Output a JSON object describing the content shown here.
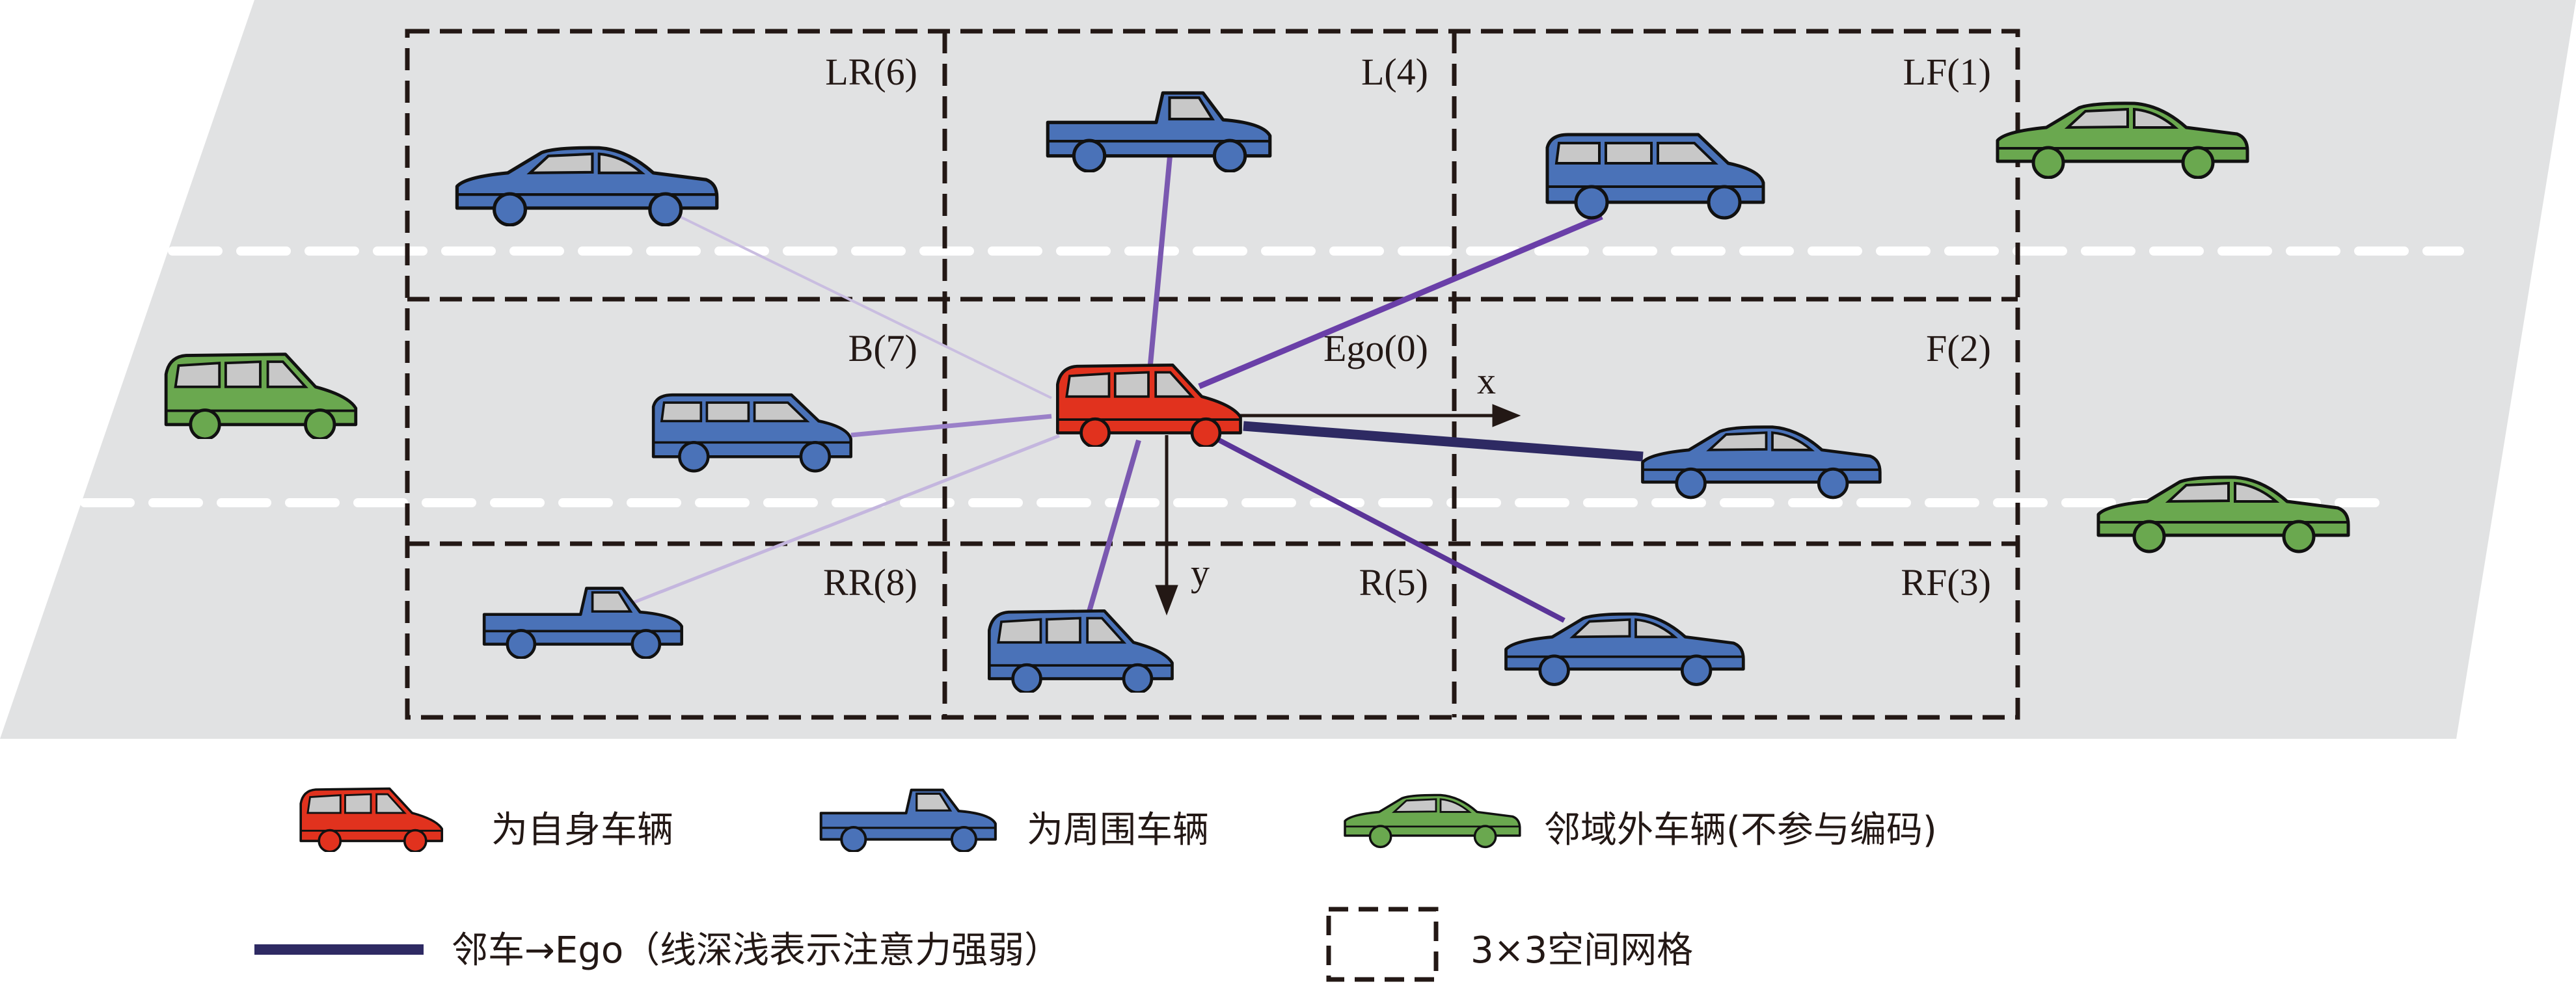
{
  "grid_cells": {
    "lr": "LR(6)",
    "l": "L(4)",
    "lf": "LF(1)",
    "b": "B(7)",
    "ego": "Ego(0)",
    "f": "F(2)",
    "rr": "RR(8)",
    "r": "R(5)",
    "rf": "RF(3)"
  },
  "axes": {
    "x": "x",
    "y": "y"
  },
  "legend": {
    "ego_vehicle": "为自身车辆",
    "surrounding_vehicle": "为周围车辆",
    "outside_vehicle": "邻域外车辆(不参与编码)",
    "attention_line": "邻车→Ego（线深浅表示注意力强弱）",
    "grid": "3×3空间网格"
  },
  "colors": {
    "ego": "#e1321e",
    "surrounding": "#4a72b8",
    "outside": "#6aa84f",
    "road": "#e1e2e3",
    "attention_strong": "#2e2a63",
    "attention_weak": "#c9bde0"
  }
}
